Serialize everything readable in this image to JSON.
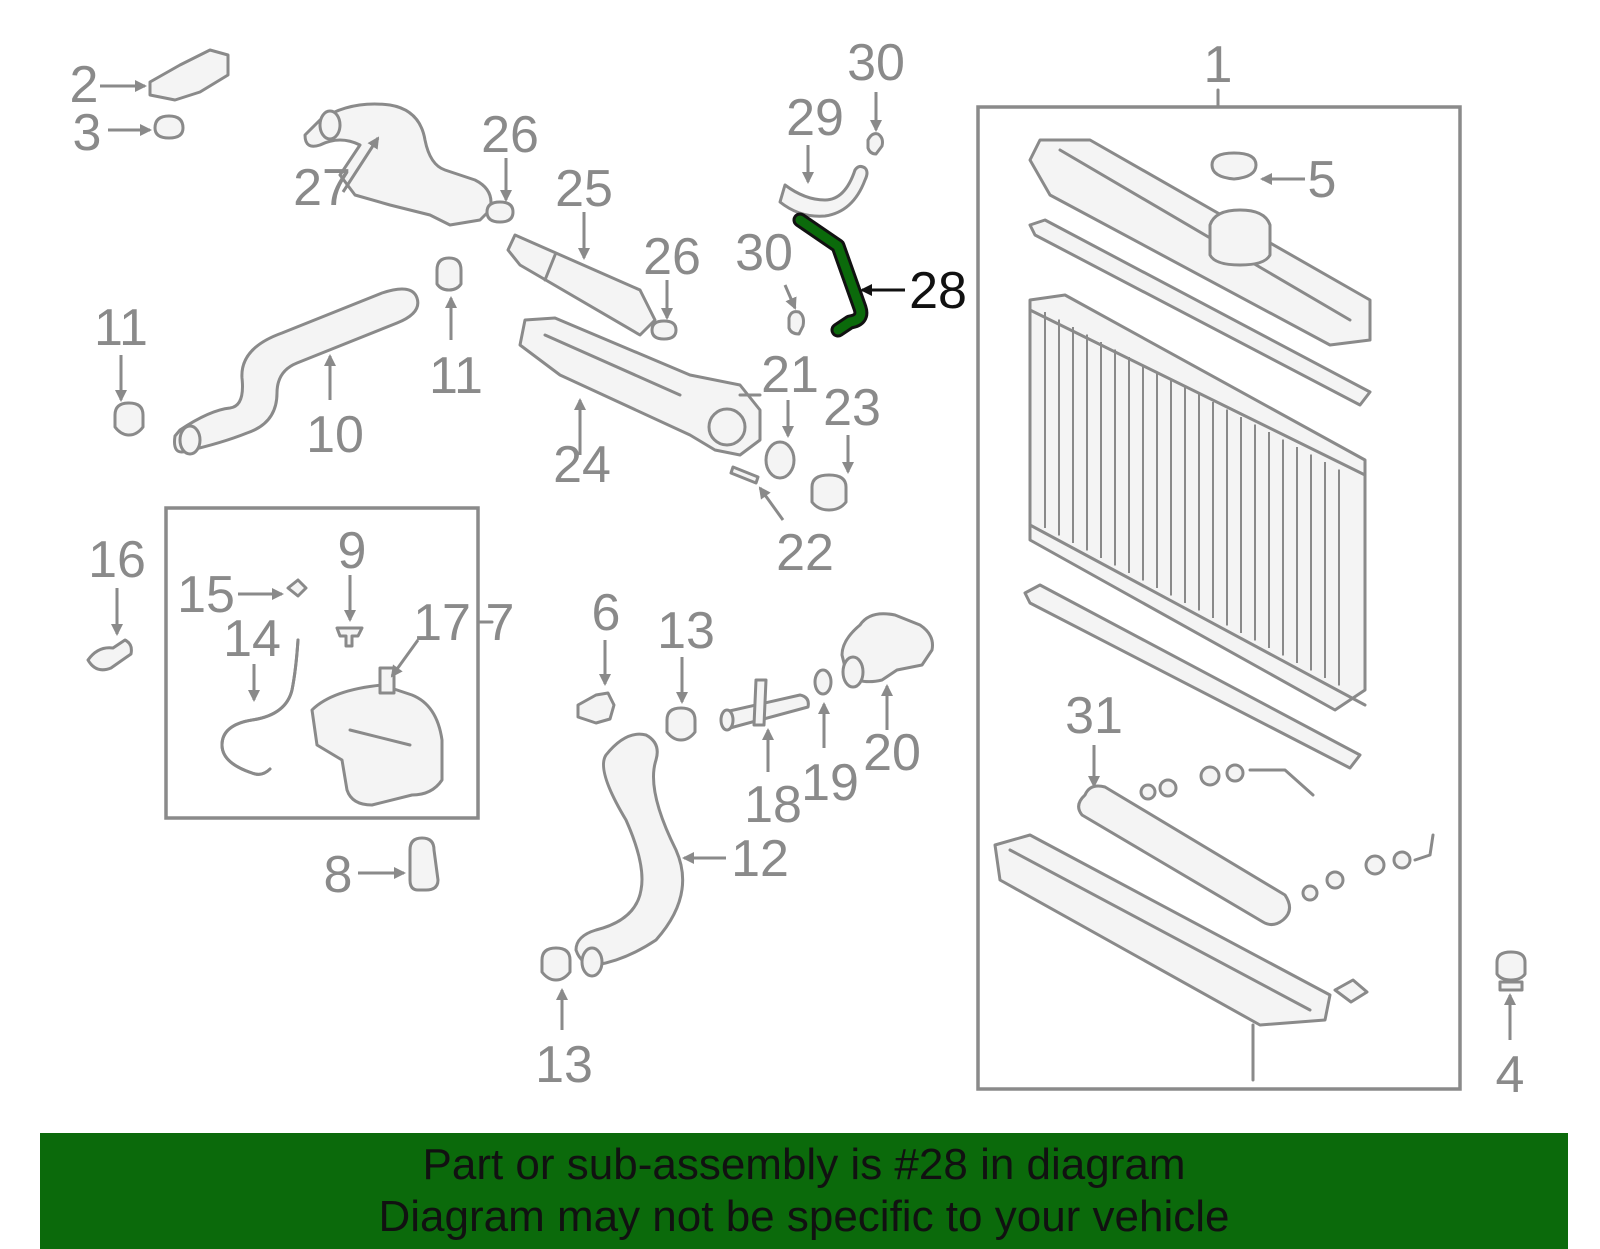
{
  "diagram": {
    "highlight_part": "28",
    "highlight_color": "#0b6a0b",
    "labels": {
      "p1": "1",
      "p2": "2",
      "p3": "3",
      "p4": "4",
      "p5": "5",
      "p6": "6",
      "p7": "7",
      "p8": "8",
      "p9": "9",
      "p10": "10",
      "p11a": "11",
      "p11b": "11",
      "p12": "12",
      "p13a": "13",
      "p13b": "13",
      "p14": "14",
      "p15": "15",
      "p16": "16",
      "p17": "17",
      "p18": "18",
      "p19": "19",
      "p20": "20",
      "p21": "21",
      "p22": "22",
      "p23": "23",
      "p24": "24",
      "p25": "25",
      "p26a": "26",
      "p26b": "26",
      "p27": "27",
      "p28": "28",
      "p29": "29",
      "p30a": "30",
      "p30b": "30",
      "p31": "31"
    }
  },
  "banner": {
    "line1": "Part or sub-assembly is #28 in diagram",
    "line2": "Diagram may not be specific to your vehicle",
    "background": "#0b6a0b"
  }
}
